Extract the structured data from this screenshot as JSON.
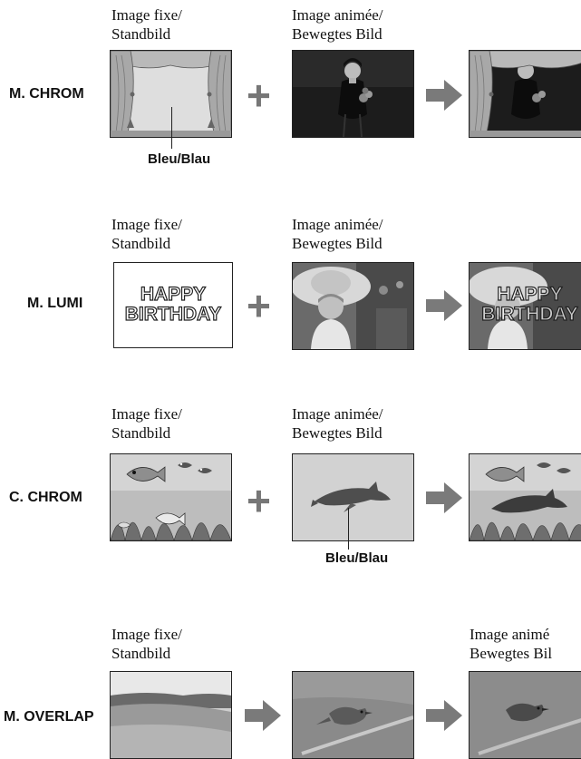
{
  "captions": {
    "still_line1": "Image fixe/",
    "still_line2": "Standbild",
    "moving_line1": "Image animée/",
    "moving_line2": "Bewegtes Bild",
    "moving_line1_clipped": "Image animé",
    "moving_line2_clipped": "Bewegtes Bil"
  },
  "modes": [
    {
      "label": "M. CHROM"
    },
    {
      "label": "M. LUMI"
    },
    {
      "label": "C. CHROM"
    },
    {
      "label": "M. OVERLAP"
    }
  ],
  "blue_label": "Bleu/Blau",
  "happy_birthday": {
    "line1": "HAPPY",
    "line2": "BIRTHDAY"
  },
  "symbols": {
    "plus": "+"
  },
  "colors": {
    "arrow": "#7a7a7a",
    "blue_area": "#dedede",
    "plus": "#777777"
  }
}
